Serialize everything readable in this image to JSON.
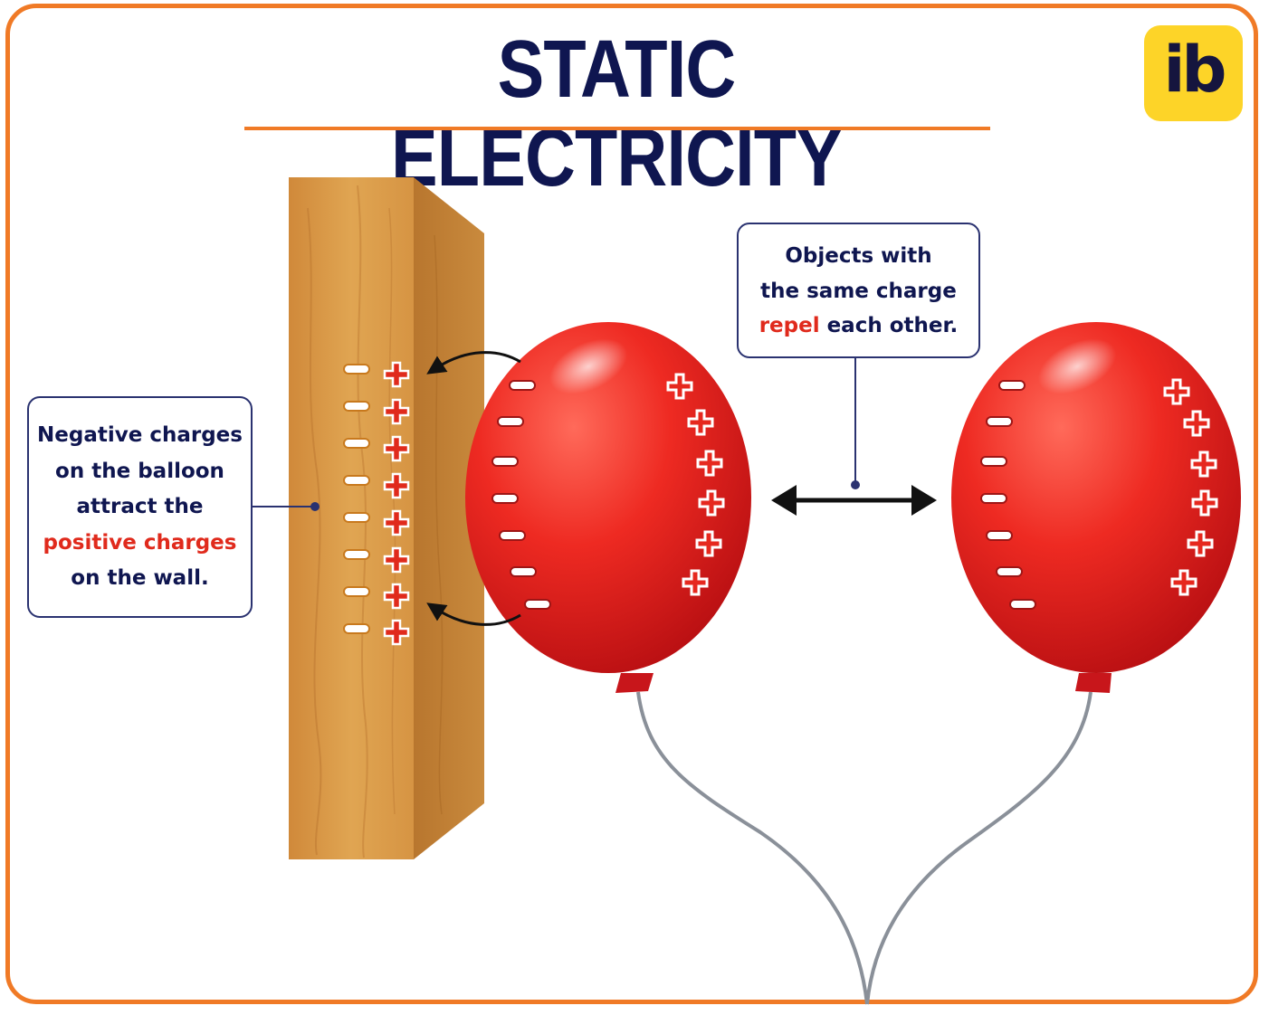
{
  "title": "STATIC ELECTRICITY",
  "logo": {
    "text": "ib",
    "background": "#fdd428"
  },
  "colors": {
    "border": "#f07a26",
    "navy": "#0f1650",
    "highlight": "#e02a1c",
    "balloon": "#e21f1f",
    "wood": "#d99a45"
  },
  "left_callout": {
    "line1": "Negative charges",
    "line2": "on the balloon",
    "line3": "attract the",
    "line4_highlight": "positive charges",
    "line5": "on the wall."
  },
  "right_callout": {
    "line1": "Objects with",
    "line2": "the same charge",
    "line3_highlight": "repel",
    "line3_rest": " each other."
  },
  "charges": {
    "wall_negative_count": 8,
    "wall_positive_count": 8,
    "balloon_negative_count": 7,
    "balloon_positive_count": 6
  }
}
